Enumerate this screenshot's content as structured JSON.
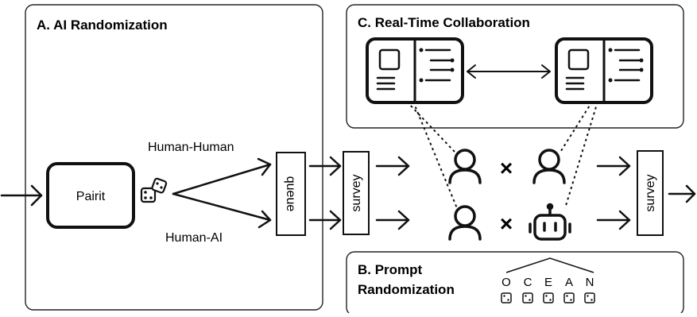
{
  "panels": {
    "ai_randomization": {
      "title": "A. AI Randomization"
    },
    "collaboration": {
      "title": "C. Real-Time Collaboration"
    },
    "prompt": {
      "title_line1": "B. Prompt",
      "title_line2": "Randomization"
    }
  },
  "pairit_label": "Pairit",
  "branches": {
    "human_human": "Human-Human",
    "human_ai": "Human-AI"
  },
  "queue_label": "queue",
  "survey_label": "survey",
  "times_symbol": "×",
  "ocean_letters": [
    "O",
    "C",
    "E",
    "A",
    "N"
  ]
}
